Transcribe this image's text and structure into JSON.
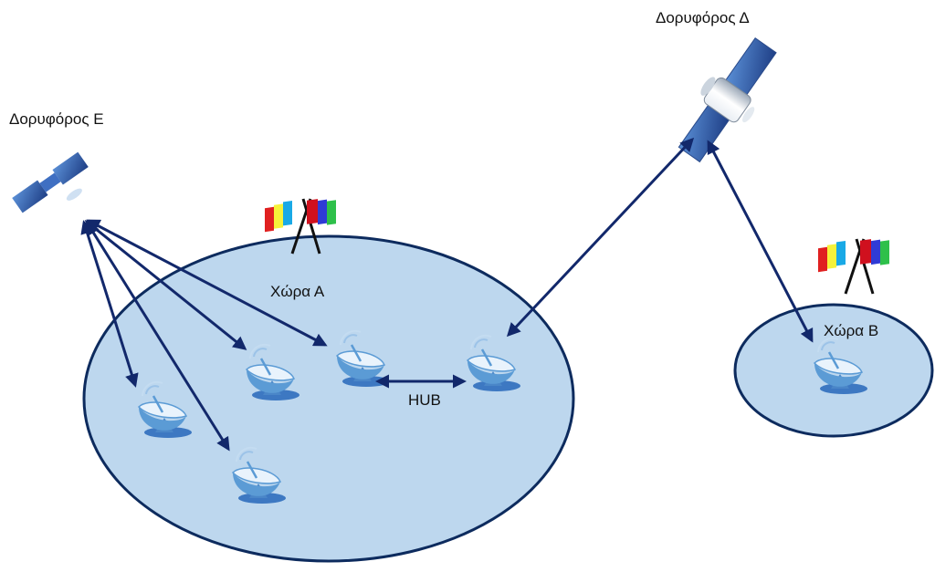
{
  "satellites": {
    "e": {
      "label": "Δορυφόρος Ε",
      "icon": "satellite-icon"
    },
    "d": {
      "label": "Δορυφόρος Δ",
      "icon": "satellite-icon"
    }
  },
  "regions": {
    "a": {
      "label": "Χώρα Α"
    },
    "b": {
      "label": "Χώρα Β"
    }
  },
  "hub": {
    "label": "HUB"
  },
  "colors": {
    "region_fill": "#bdd7ee",
    "region_stroke": "#0d2b5e",
    "arrow": "#12286b",
    "dish": "#5b9bd5"
  }
}
